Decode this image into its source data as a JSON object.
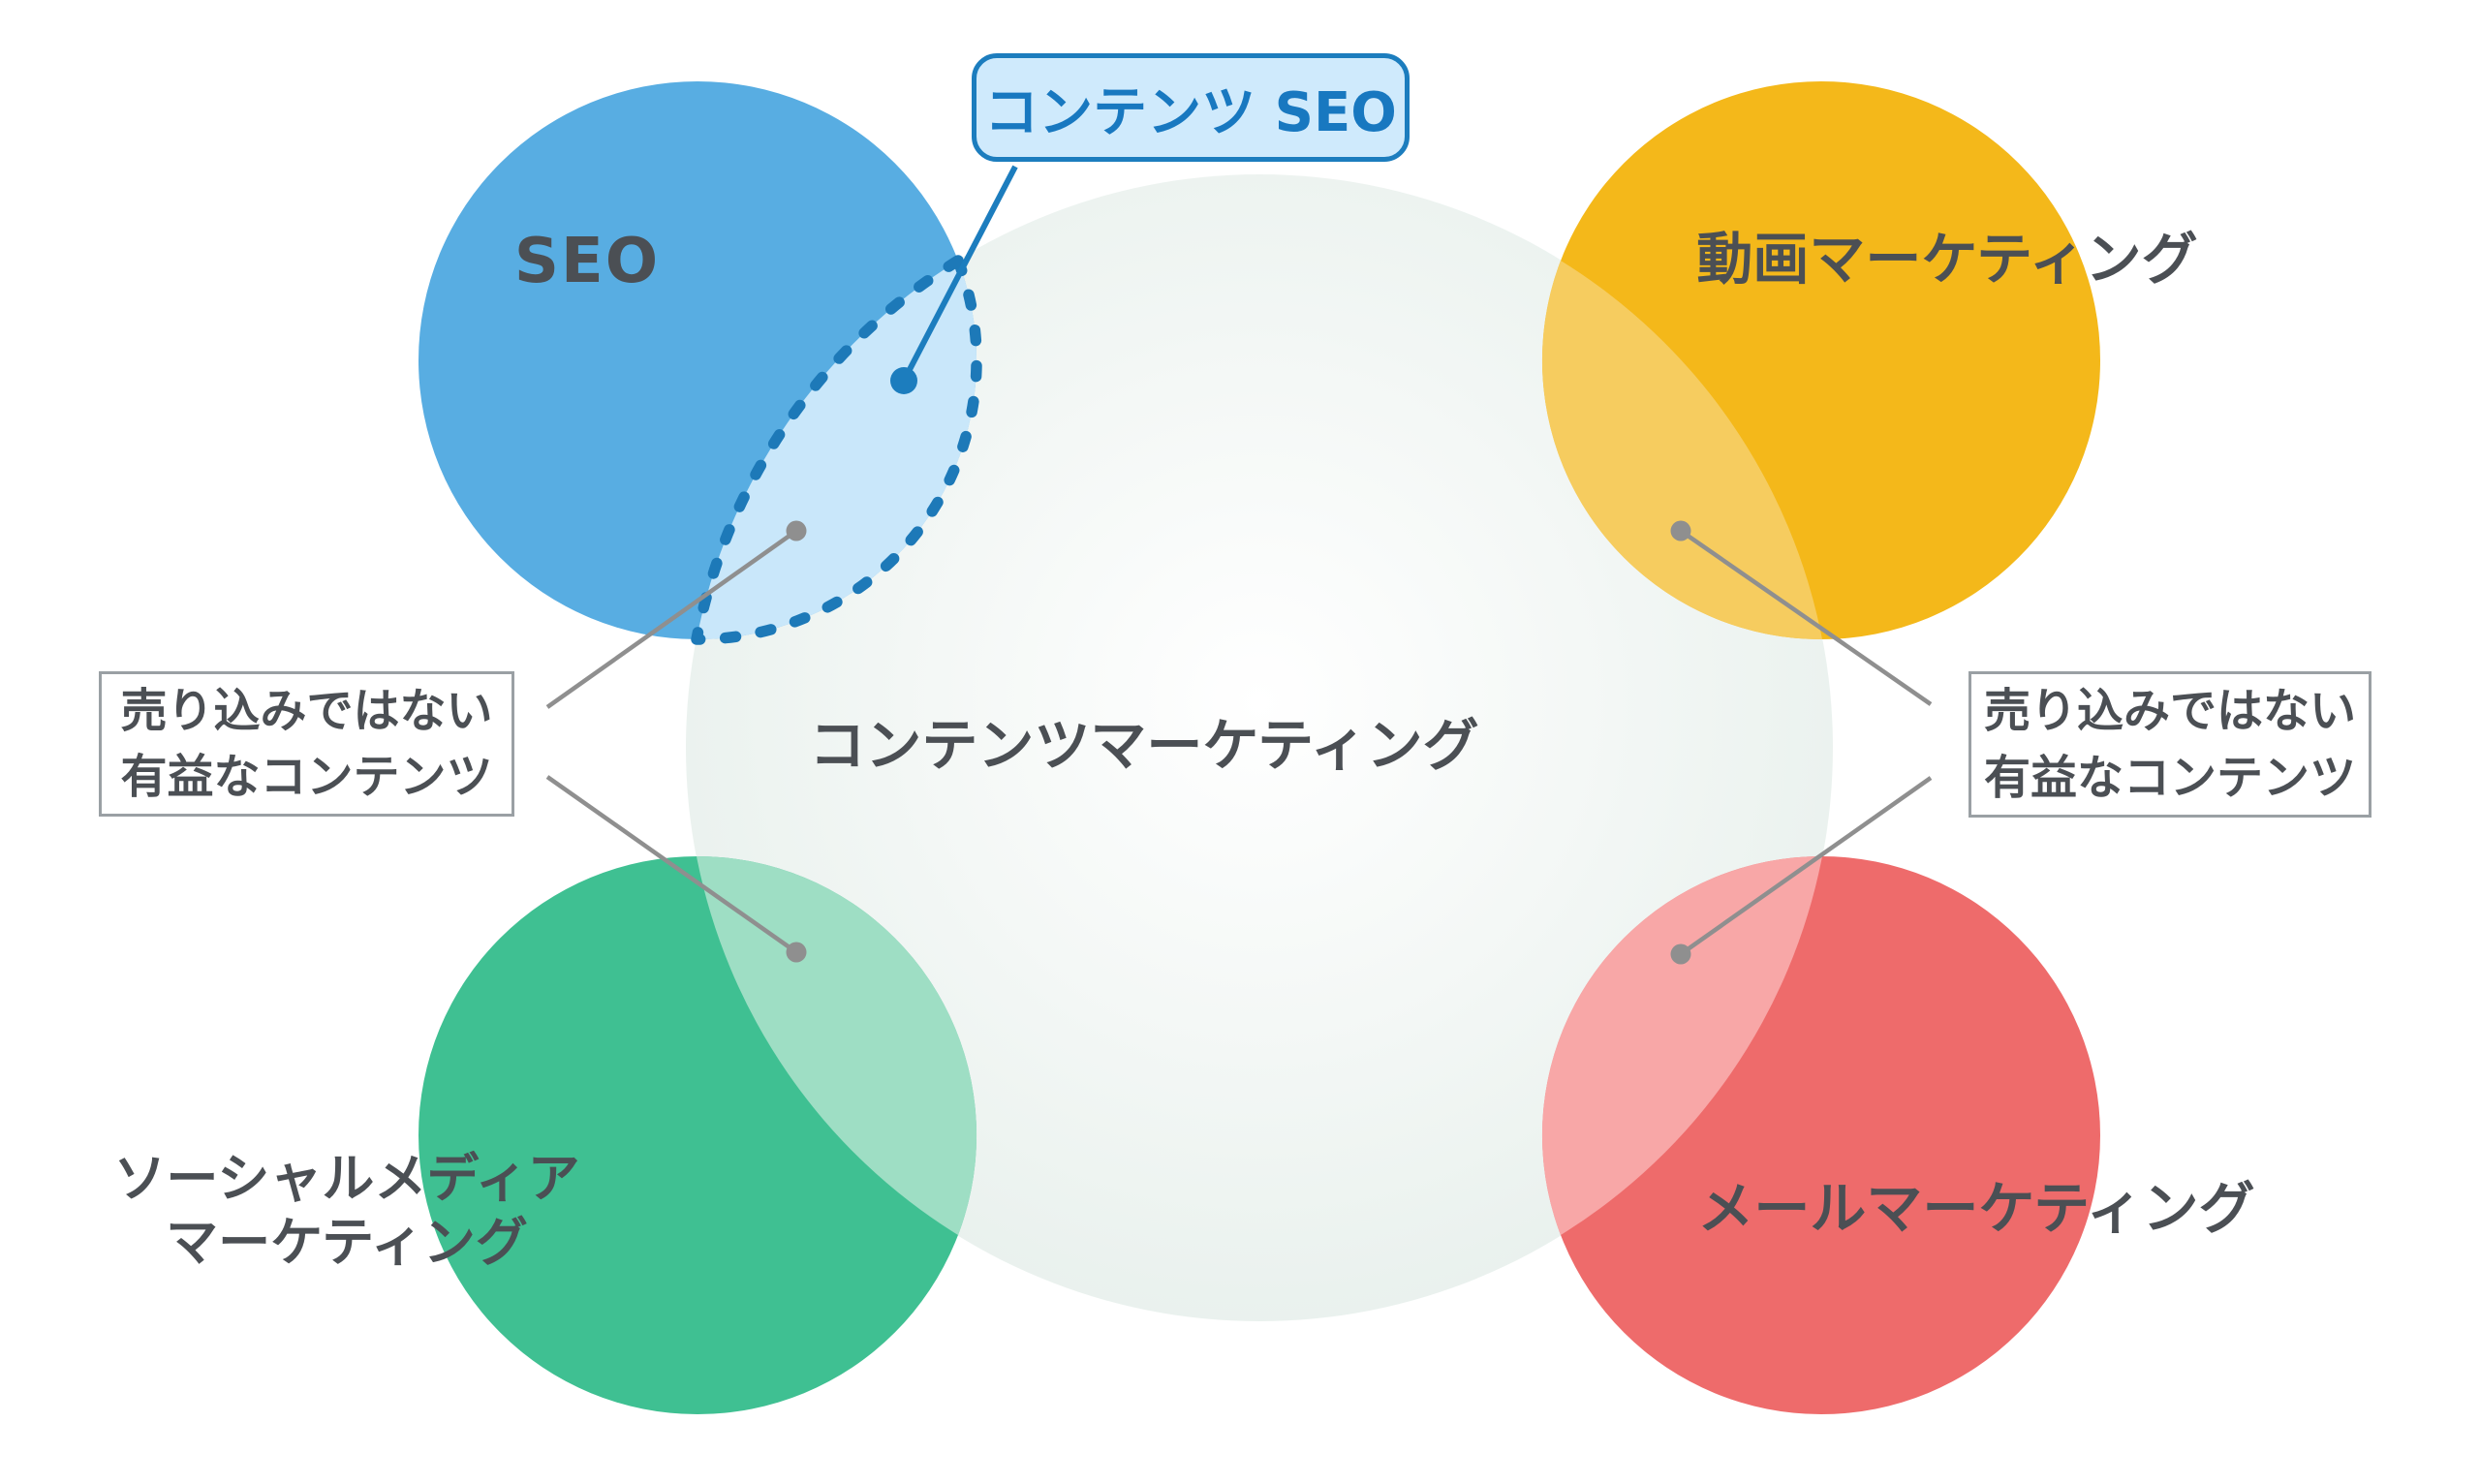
{
  "diagram": {
    "type": "venn-overlap-diagram",
    "center": {
      "label": "コンテンツマーケティング"
    },
    "satellites": [
      {
        "id": "seo",
        "label": "SEO",
        "color": "#58ade2",
        "overlap_color": "#c9e7fa"
      },
      {
        "id": "video",
        "label": "動画マーケティング",
        "color": "#f4b81a",
        "overlap_color": "#f6cc5f"
      },
      {
        "id": "social",
        "label_line1": "ソーシャルメディア",
        "label_line2": "マーケティング",
        "color": "#3fc092",
        "overlap_color": "#9edec4"
      },
      {
        "id": "email",
        "label": "メールマーケティング",
        "color": "#ee6b6b",
        "overlap_color": "#f8a7a7"
      }
    ],
    "callout": {
      "label": "コンテンツ SEO",
      "text_color": "#1878c0",
      "border_color": "#1c7dbe",
      "fill": "#cfeafc"
    },
    "notes": {
      "left": {
        "line1": "売り込みではない",
        "line2": "有益なコンテンツ"
      },
      "right": {
        "line1": "売り込みではない",
        "line2": "有益なコンテンツ"
      }
    },
    "colors": {
      "label_text": "#4b4f54",
      "connector": "#8f8f8f",
      "dashed_outline": "#1d79b8",
      "note_border": "#9aa0a4",
      "center_fill_core": "#ffffff",
      "center_fill_edge": "#e6efeb",
      "background": "#ffffff"
    }
  }
}
